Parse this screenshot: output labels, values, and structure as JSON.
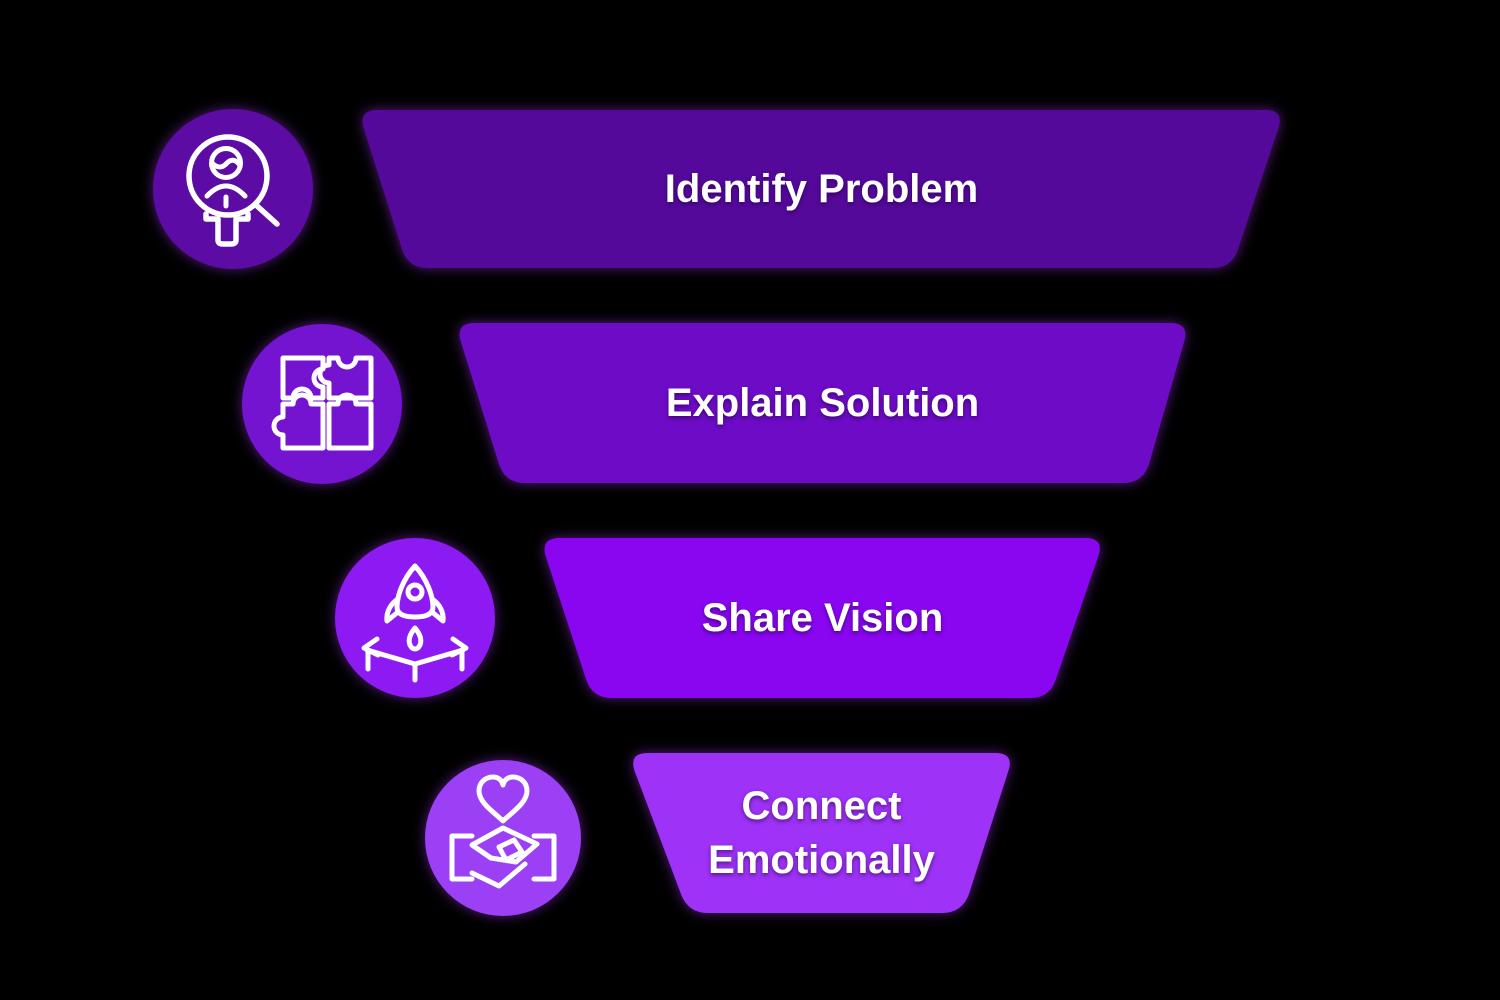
{
  "background_color": "#000000",
  "funnel": {
    "text_color": "#ffffff",
    "stages": [
      {
        "label": "Identify Problem",
        "color": "#55099b",
        "icon_color": "#5c0ca4",
        "icon": "person-search-icon"
      },
      {
        "label": "Explain Solution",
        "color": "#6e0bc7",
        "icon_color": "#7413d0",
        "icon": "puzzle-icon"
      },
      {
        "label": "Share Vision",
        "color": "#8a06f0",
        "icon_color": "#8d1af3",
        "icon": "rocket-launch-icon"
      },
      {
        "label": "Connect Emotionally",
        "color": "#9e32f7",
        "icon_color": "#9b40f4",
        "icon": "heart-handshake-icon"
      }
    ]
  }
}
